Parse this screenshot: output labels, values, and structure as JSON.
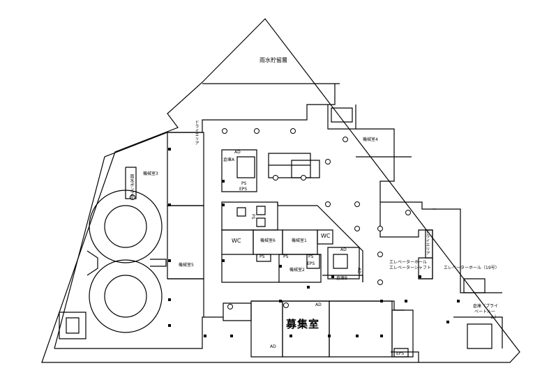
{
  "labels": {
    "rainwater_tank": "雨水貯留層",
    "machine_room_4": "機械室4",
    "machine_room_3": "機械室3",
    "machine_room_5": "機械室5",
    "machine_room_6": "機械室6",
    "machine_room_1": "機械室1",
    "machine_room_2": "機械室2",
    "wc_left": "WC",
    "wc_right": "WC",
    "ad_top": "AD",
    "ad_mid": "AD",
    "ad_lower": "AD",
    "ad_bottom": "AD",
    "ad_side": "AD",
    "ps_top": "PS",
    "eps_top": "EPS",
    "ps_left": "PS",
    "ps_mid": "PS",
    "ps_right": "PS",
    "eps_mid": "EPS",
    "eps_bottom": "EPS",
    "ps_vertical": "PS",
    "storage_a": "倉庫A",
    "storage_b": "倉庫B",
    "recruiting_room": "募集室",
    "elevator_hall": "エレベーターホール",
    "elevator_shaft": "エレベーターシャフト",
    "elevator_19": "エレベーターホール（19号）",
    "storage_private_line1": "倉庫（プライ",
    "storage_private_line2": "ベートルー",
    "storage_private_line3": "ム）",
    "left_small_room": "雨水ポンプ室",
    "top_small_room": "ドライエリア",
    "right_small_room": "ドライエリア"
  }
}
